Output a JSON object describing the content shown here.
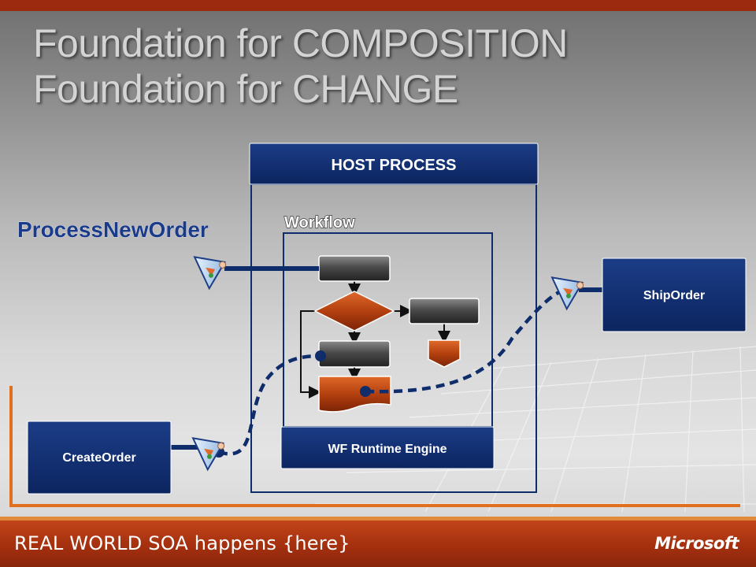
{
  "slide": {
    "title_line1": "Foundation for COMPOSITION",
    "title_line2": "Foundation for CHANGE"
  },
  "diagram": {
    "host_process_label": "HOST PROCESS",
    "workflow_label": "Workflow",
    "runtime_engine_label": "WF Runtime Engine",
    "endpoint_label": "ProcessNewOrder",
    "services": [
      {
        "label": "ShipOrder"
      },
      {
        "label": "CreateOrder"
      }
    ]
  },
  "footer": {
    "tagline_bold": "REAL WORLD SOA",
    "tagline_rest": " happens {here}",
    "brand": "Microsoft"
  },
  "colors": {
    "navy": "#0f2c6b",
    "accent_orange": "#e07020",
    "shape_orange": "#b0400e",
    "footer_red": "#a6310f"
  },
  "icons": [
    "wcf-endpoint-icon"
  ]
}
